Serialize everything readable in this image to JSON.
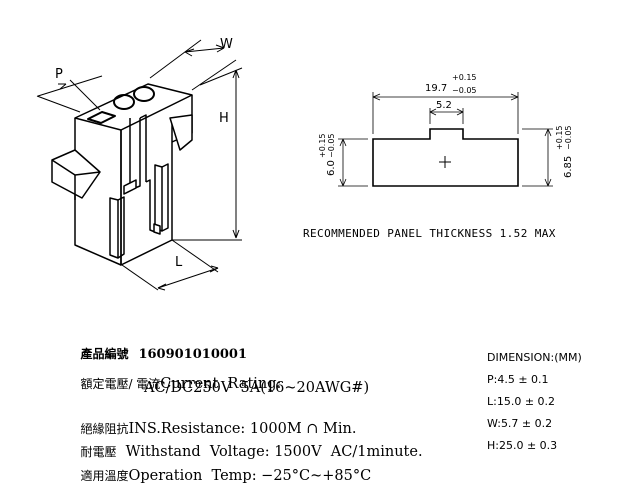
{
  "drawing": {
    "labels": {
      "w": "W",
      "p": "P",
      "h": "H",
      "l": "L"
    },
    "cutout": {
      "width": "19.7",
      "width_tol_plus": "+0.15",
      "width_tol_minus": "−0.05",
      "notch": "5.2",
      "height_left": "6.0",
      "height_left_tol_plus": "+0.15",
      "height_left_tol_minus": "−0.05",
      "height_right": "6.85",
      "height_right_tol_plus": "+0.15",
      "height_right_tol_minus": "−0.05"
    },
    "panel_note": "RECOMMENDED PANEL THICKNESS 1.52 MAX"
  },
  "specs": {
    "part_label": "產品編號",
    "part_number": "160901010001",
    "current_label": "額定電壓/ 電流",
    "current_text": "Current  Rating:",
    "current_value": "AC/DC250V  5A(16~20AWG#)",
    "insulation_label": "絕緣阻抗",
    "insulation_text": "INS.Resistance: 1000M ∩ Min.",
    "withstand_label": "耐電壓",
    "withstand_text": "Withstand  Voltage: 1500V  AC/1minute.",
    "temp_label": "適用溫度",
    "temp_text": "Operation  Temp: −25°C~+85°C"
  },
  "dimensions": {
    "header": "DIMENSION:(MM)",
    "p": "P:4.5 ± 0.1",
    "l": "L:15.0 ± 0.2",
    "w": "W:5.7 ± 0.2",
    "h": "H:25.0 ± 0.3"
  }
}
